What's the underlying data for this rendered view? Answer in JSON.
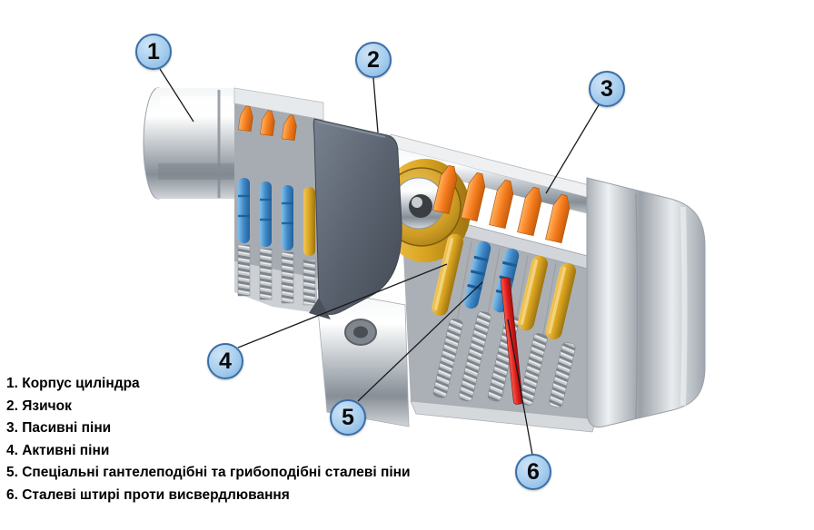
{
  "callouts": {
    "labels": [
      "1",
      "2",
      "3",
      "4",
      "5",
      "6"
    ]
  },
  "legend": {
    "items": [
      "1. Корпус циліндра",
      "2. Язичок",
      "3. Пасивні піни",
      "4. Активні піни",
      "5. Спеціальні гантелеподібні та грибоподібні сталеві піни",
      "6. Сталеві штирі проти висвердлювання"
    ]
  },
  "colors": {
    "callout_fill": "#a6cdee",
    "callout_border": "#3a6ea8",
    "passive_pins_orange": "#f5821f",
    "active_pins_blue": "#3f87c5",
    "active_pins_gold": "#d9a41f",
    "anti_drill_pin_red": "#e02020",
    "cam_gray": "#5b6370",
    "body_chrome": "#c9ccd1"
  }
}
